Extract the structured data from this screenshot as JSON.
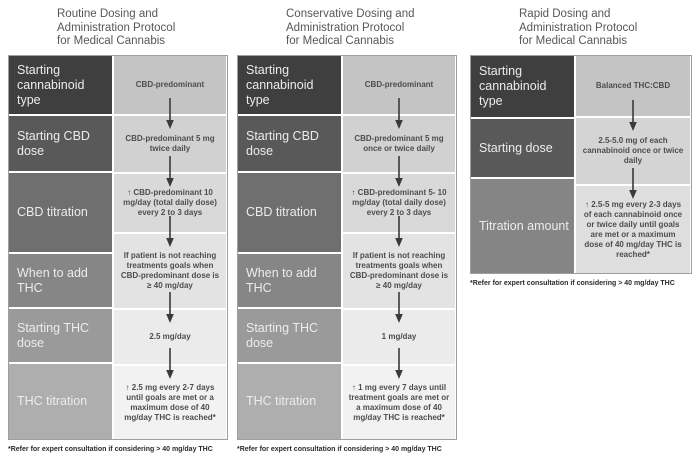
{
  "palette": {
    "background": "#ffffff",
    "title_text": "#575757",
    "label_text": "#ececec",
    "value_text": "#4d4d4d",
    "table_border": "#9e9e9e",
    "arrow_color": "#3a3a3a",
    "label_gradient": [
      "#3f3f3f",
      "#595959",
      "#6f6f6f",
      "#868686",
      "#9a9a9a",
      "#aeaeae"
    ],
    "value_gradient": [
      "#c4c4c4",
      "#d1d1d1",
      "#d9d9d9",
      "#e3e3e3",
      "#ebebeb",
      "#f2f2f2"
    ]
  },
  "icons": {
    "down_arrow": {
      "name": "down-arrow-icon",
      "glyph": "↓",
      "color": "#3a3a3a"
    }
  },
  "tables": [
    {
      "title": "Routine Dosing and\nAdministration Protocol\nfor Medical Cannabis",
      "rows": [
        {
          "label": "Starting cannabinoid type",
          "value": "CBD-predominant"
        },
        {
          "label": "Starting CBD dose",
          "value": "CBD-predominant 5 mg twice daily"
        },
        {
          "label": "CBD titration",
          "value": "↑ CBD-predominant 10 mg/day (total daily dose) every 2 to 3 days"
        },
        {
          "label": "When to add THC",
          "value": "If patient is not reaching treatments goals when CBD-predominant dose is ≥ 40 mg/day"
        },
        {
          "label": "Starting THC dose",
          "value": "2.5 mg/day"
        },
        {
          "label": "THC titration",
          "value": "↑ 2.5 mg every 2-7 days until goals are met or a maximum dose of 40 mg/day THC is reached*"
        }
      ],
      "footnote": "*Refer for expert consultation if considering > 40 mg/day THC"
    },
    {
      "title": "Conservative Dosing and\nAdministration Protocol\nfor Medical Cannabis",
      "rows": [
        {
          "label": "Starting cannabinoid type",
          "value": "CBD-predominant"
        },
        {
          "label": "Starting CBD dose",
          "value": "CBD-predominant 5 mg once or twice daily"
        },
        {
          "label": "CBD titration",
          "value": "↑ CBD-predominant 5- 10 mg/day (total daily dose) every 2 to 3 days"
        },
        {
          "label": "When to add THC",
          "value": "If patient is not reaching treatments goals when CBD-predominant dose is ≥ 40 mg/day"
        },
        {
          "label": "Starting THC dose",
          "value": "1 mg/day"
        },
        {
          "label": "THC titration",
          "value": "↑ 1 mg every 7 days until treatment goals are met or a maximum dose of 40 mg/day THC is reached*"
        }
      ],
      "footnote": "*Refer for expert consultation if considering > 40 mg/day THC"
    },
    {
      "title": "Rapid Dosing and\nAdministration Protocol\nfor Medical Cannabis",
      "rows": [
        {
          "label": "Starting cannabinoid type",
          "value": "Balanced THC:CBD"
        },
        {
          "label": "Starting dose",
          "value": "2.5-5.0 mg of each cannabinoid once or twice daily"
        },
        {
          "label": "Titration amount",
          "value": "↑ 2.5-5 mg every 2-3 days of each cannabinoid once or twice daily until goals are met or a maximum dose of 40 mg/day THC is reached*"
        }
      ],
      "footnote": "*Refer for expert consultation if considering > 40 mg/day THC"
    }
  ]
}
